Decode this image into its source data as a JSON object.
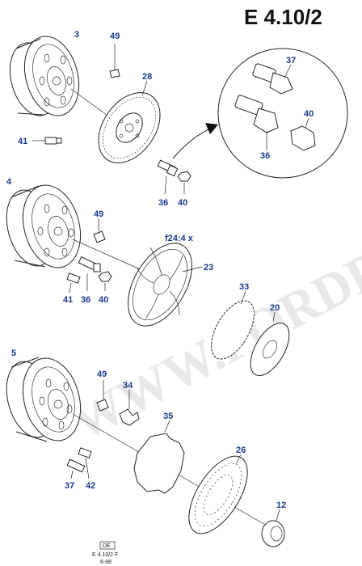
{
  "diagram": {
    "title": "E 4.10/2",
    "watermark": "WWW.FORDPARTS.RU",
    "note": "f24:4 x",
    "footer": {
      "box_code": "DE",
      "line1": "E 4.10/2 F",
      "line2": "6-88"
    },
    "callouts": {
      "c3": "3",
      "c49a": "49",
      "c28": "28",
      "c41a": "41",
      "c36a": "36",
      "c40a": "40",
      "c37a": "37",
      "c40b": "40",
      "c36b": "36",
      "c4": "4",
      "c49b": "49",
      "c23": "23",
      "c41b": "41",
      "c36c": "36",
      "c40c": "40",
      "c33": "33",
      "c20": "20",
      "c5": "5",
      "c49c": "49",
      "c34": "34",
      "c35": "35",
      "c26": "26",
      "c37b": "37",
      "c42": "42",
      "c12": "12"
    }
  }
}
